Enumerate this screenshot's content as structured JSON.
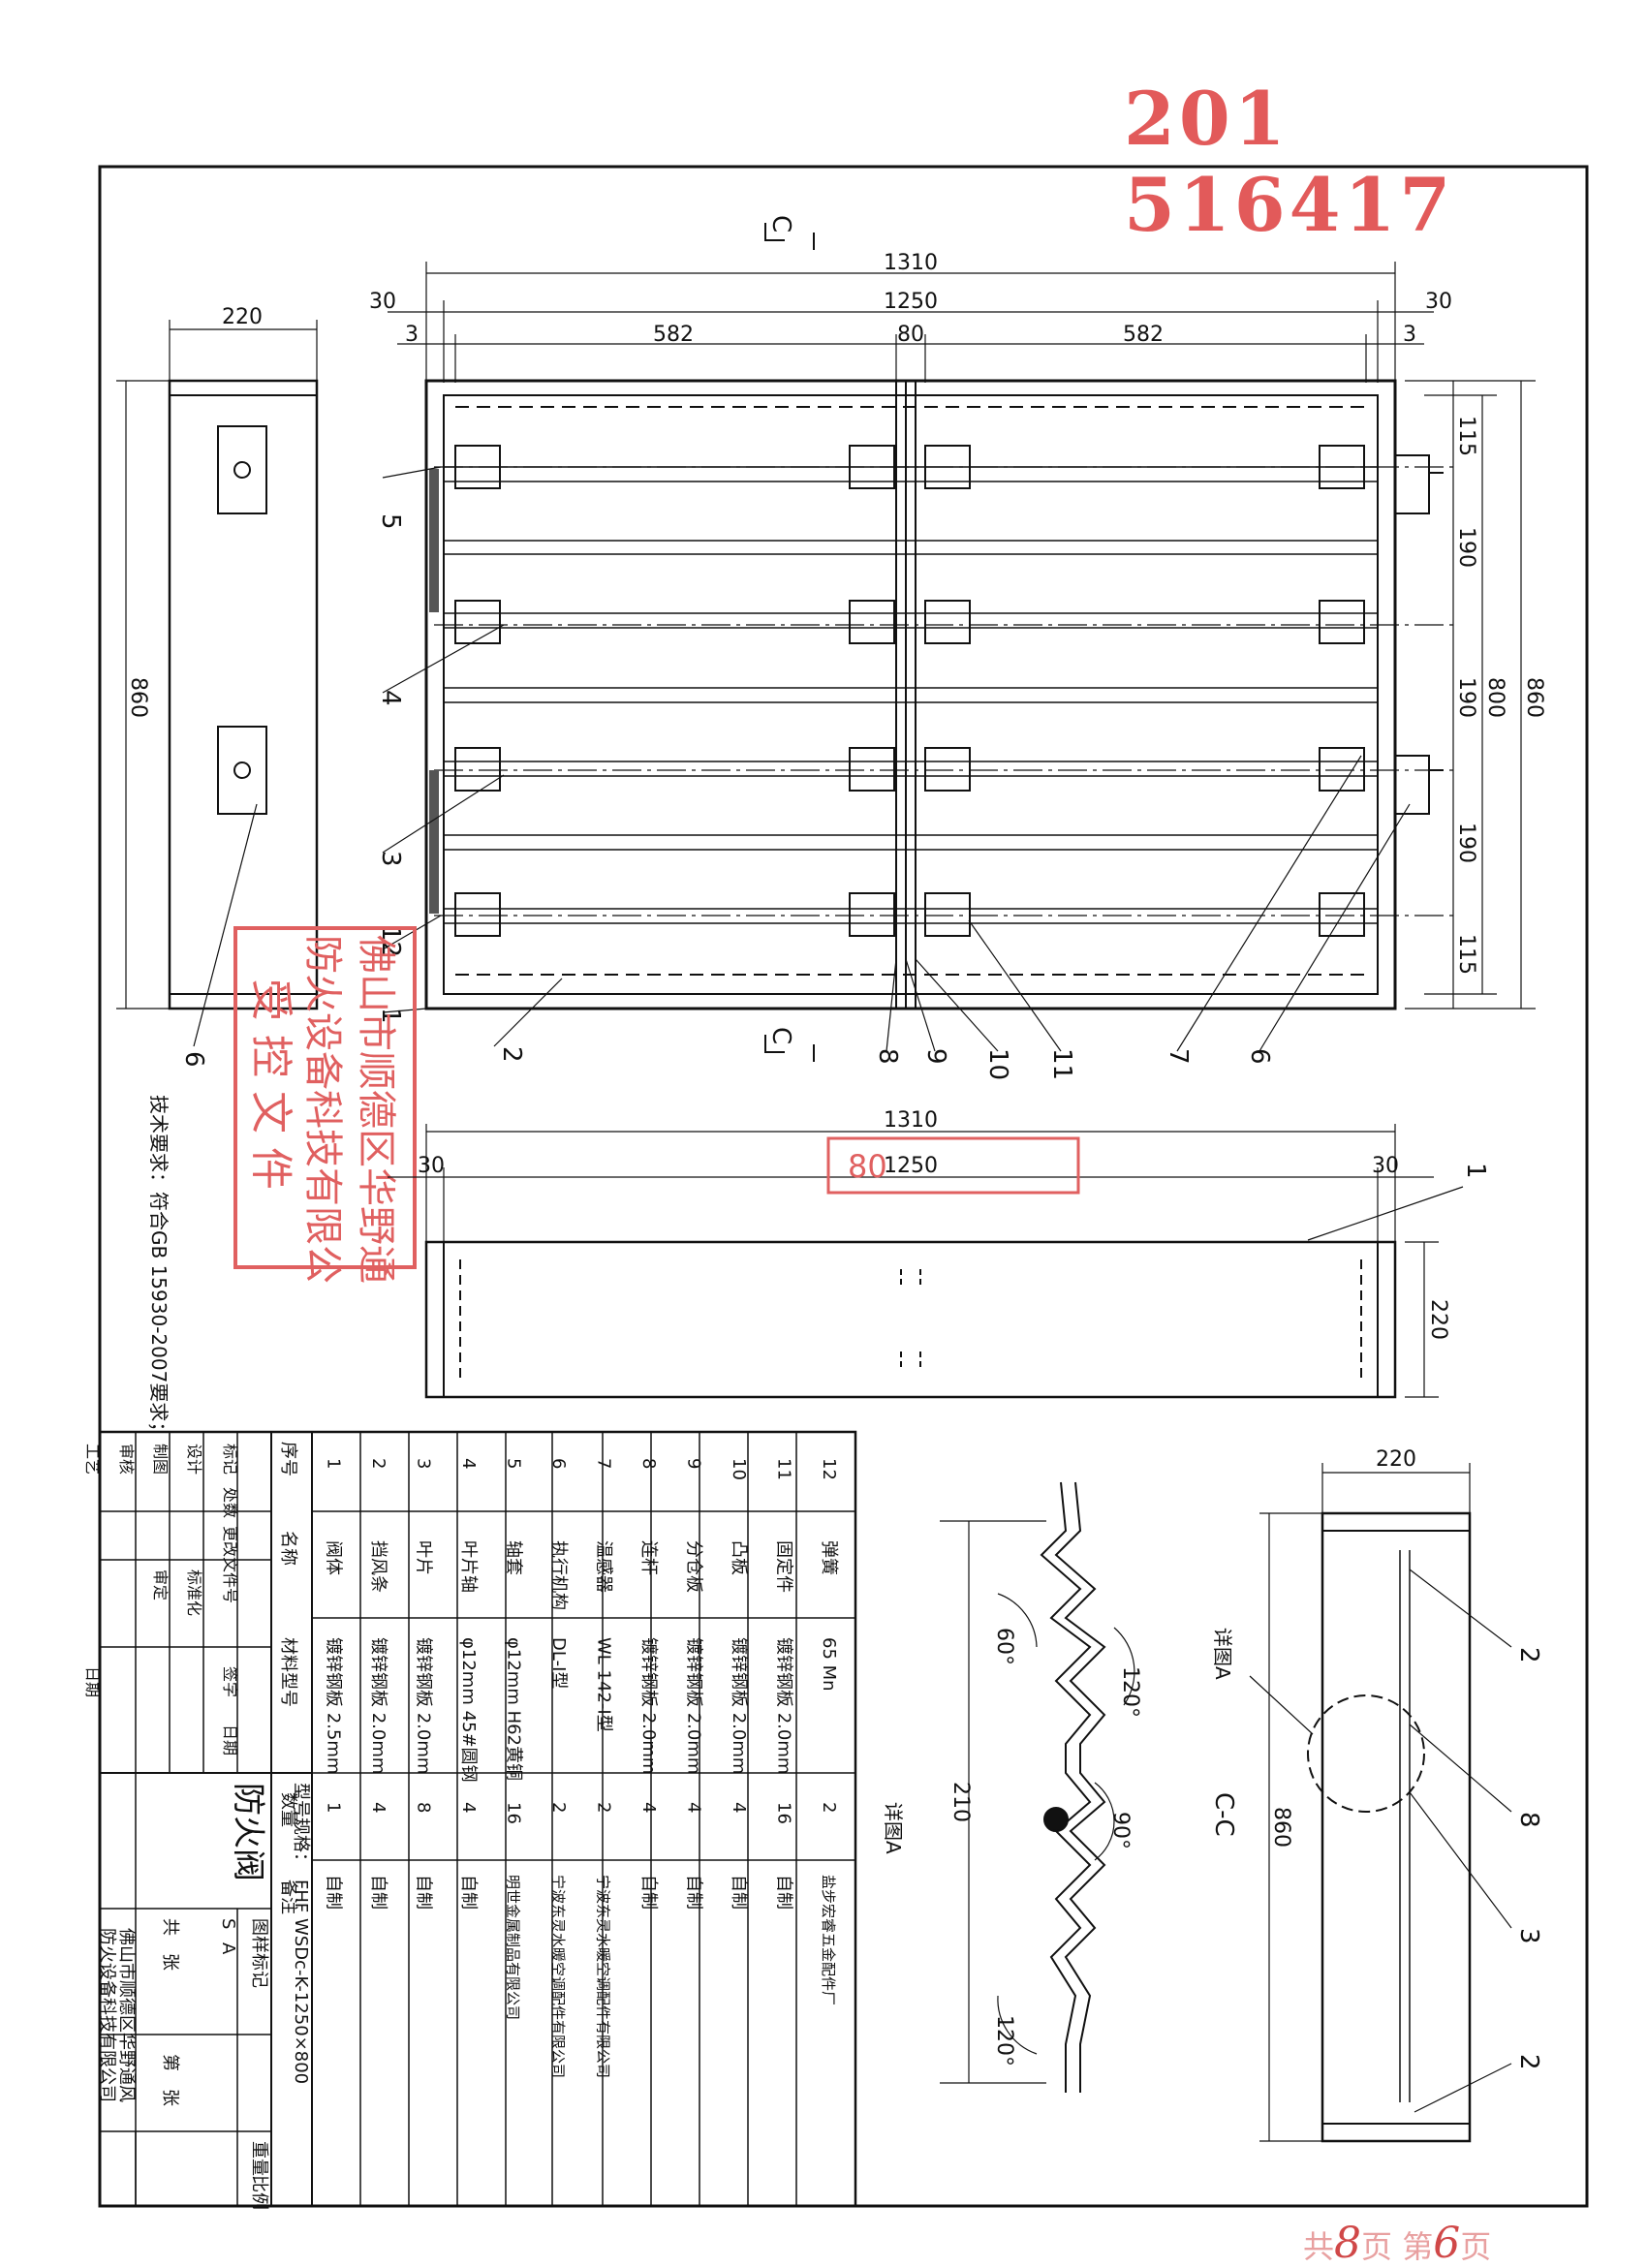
{
  "stamp_number": "201 516417",
  "page_count": {
    "prefix": "共",
    "total": "8",
    "mid": "页 第",
    "current": "6",
    "suffix": "页"
  },
  "front_view": {
    "dims_top": {
      "overall": "1310",
      "inner": "1250",
      "flange_left": "30",
      "flange_right": "30",
      "gap_left": "3",
      "gap_right": "3",
      "half_left": "582",
      "half_right": "582",
      "mid": "80"
    },
    "dims_right": {
      "seg1": "115",
      "seg2": "190",
      "seg3": "190",
      "seg4": "190",
      "seg5": "115",
      "inner": "800",
      "overall": "860"
    },
    "section_mark": "C",
    "part_labels": [
      "5",
      "4",
      "3",
      "12",
      "1",
      "2",
      "8",
      "9",
      "10",
      "11",
      "7",
      "6"
    ]
  },
  "side_view": {
    "width": "220",
    "height": "860",
    "part_label": "6"
  },
  "bottom_view": {
    "overall": "1310",
    "inner": "1250",
    "left": "30",
    "right": "30",
    "depth": "220",
    "part_label": "1"
  },
  "section_cc": {
    "title": "C-C",
    "width": "220",
    "height": "860",
    "detail_ref": "详图A",
    "labels": [
      "2",
      "8",
      "3",
      "2"
    ]
  },
  "detail_a": {
    "title": "详图A",
    "dim": "210",
    "angle1": "60°",
    "angle2": "120°",
    "angle3": "90°",
    "angle4": "120°"
  },
  "tech_req": "技术要求：符合GB 15930-2007要求；",
  "red_stamp": {
    "line1": "佛山市顺德区华野通",
    "line2": "防火设备科技有限公",
    "line3": "受 控 文 件"
  },
  "small_stamp": "80",
  "bom": {
    "headers": [
      "序号",
      "名称",
      "材料型号",
      "数量",
      "备注"
    ],
    "rows": [
      [
        "12",
        "弹簧",
        "65 Mn",
        "2",
        "盐步宏睿五金配件厂"
      ],
      [
        "11",
        "固定件",
        "镀锌钢板 2.0mm",
        "16",
        "自制"
      ],
      [
        "10",
        "凸板",
        "镀锌钢板 2.0mm",
        "4",
        "自制"
      ],
      [
        "9",
        "分仓板",
        "镀锌钢板 2.0mm",
        "4",
        "自制"
      ],
      [
        "8",
        "连杆",
        "镀锌钢板 2.0mm",
        "4",
        "自制"
      ],
      [
        "7",
        "温感器",
        "WL 142-I型",
        "2",
        "宁波东灵水暖空调配件有限公司"
      ],
      [
        "6",
        "执行机构",
        "DL-I型",
        "2",
        "宁波东灵水暖空调配件有限公司"
      ],
      [
        "5",
        "轴套",
        "φ12mm H62黄铜",
        "16",
        "明世金属制品有限公司"
      ],
      [
        "4",
        "叶片轴",
        "φ12mm 45#圆钢",
        "4",
        "自制"
      ],
      [
        "3",
        "叶片",
        "镀锌钢板 2.0mm",
        "8",
        "自制"
      ],
      [
        "2",
        "挡风条",
        "镀锌钢板 2.0mm",
        "4",
        "自制"
      ],
      [
        "1",
        "阀体",
        "镀锌钢板 2.5mm",
        "1",
        "自制"
      ]
    ]
  },
  "title_block": {
    "name": "防火阀",
    "model_label": "型号规格：",
    "model": "FHF WSDc-K-1250×800",
    "drawing_mark": "图样标记",
    "mark_s": "S",
    "mark_a": "A",
    "weight": "重量",
    "scale": "比例",
    "total_sheets": "共　张",
    "sheet_no": "第　张",
    "company1": "佛山市顺德区华野通风",
    "company2": "防火设备科技有限公司",
    "row_labels": [
      "标记",
      "处数",
      "更改文件号",
      "签字",
      "日期",
      "设计",
      "标准化",
      "制图",
      "审定",
      "审核",
      "工艺",
      "日期"
    ]
  }
}
